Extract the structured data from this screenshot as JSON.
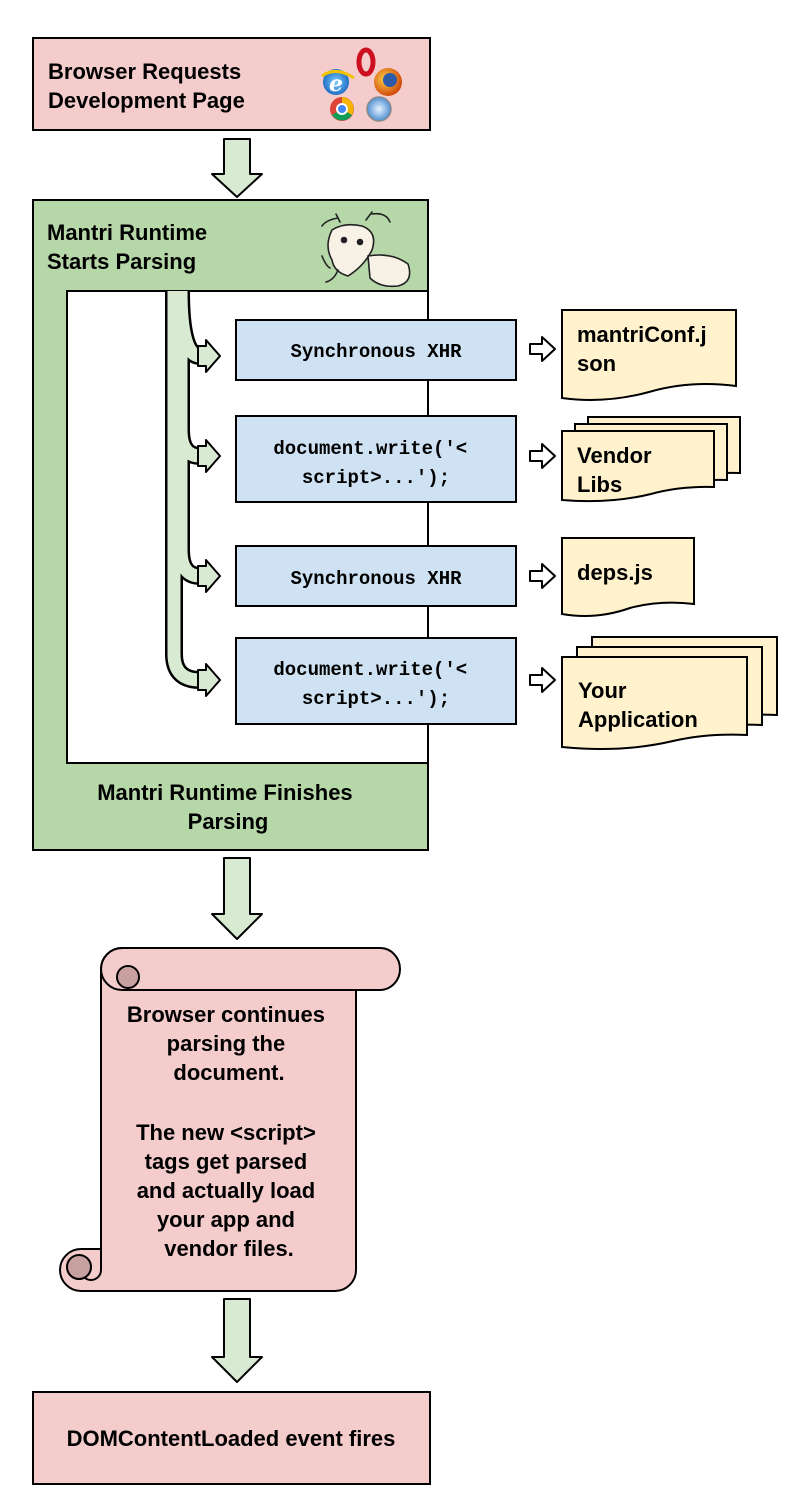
{
  "colors": {
    "pink": "#f4cccc",
    "green": "#b6d7a8",
    "blue": "#cfe2f3",
    "yellow": "#fff2cc",
    "arrow_fill": "#d9ead3",
    "scroll_curl": "#c9a0a0"
  },
  "boxes": {
    "browser_requests": [
      "Browser Requests",
      "Development Page"
    ],
    "mantri_starts": [
      "Mantri Runtime",
      "Starts Parsing"
    ],
    "mantri_finishes": [
      "Mantri Runtime Finishes",
      "Parsing"
    ],
    "dom_loaded": "DOMContentLoaded event fires"
  },
  "steps": [
    {
      "action": [
        "Synchronous XHR"
      ],
      "target": [
        "mantriConf.j",
        "son"
      ],
      "target_kind": "single"
    },
    {
      "action": [
        "document.write('<",
        "script>...');"
      ],
      "target": [
        "Vendor",
        "Libs"
      ],
      "target_kind": "multiple"
    },
    {
      "action": [
        "Synchronous XHR"
      ],
      "target": [
        "deps.js"
      ],
      "target_kind": "single"
    },
    {
      "action": [
        "document.write('<",
        "script>...');"
      ],
      "target": [
        "Your",
        "Application"
      ],
      "target_kind": "multiple"
    }
  ],
  "scroll": {
    "para1": [
      "Browser continues",
      "parsing the",
      "document."
    ],
    "para2": [
      "The new <script>",
      "tags get parsed",
      "and actually load",
      "your app and",
      "vendor files."
    ]
  },
  "icons": [
    "browser-logos-icon",
    "goat-mascot-icon"
  ]
}
